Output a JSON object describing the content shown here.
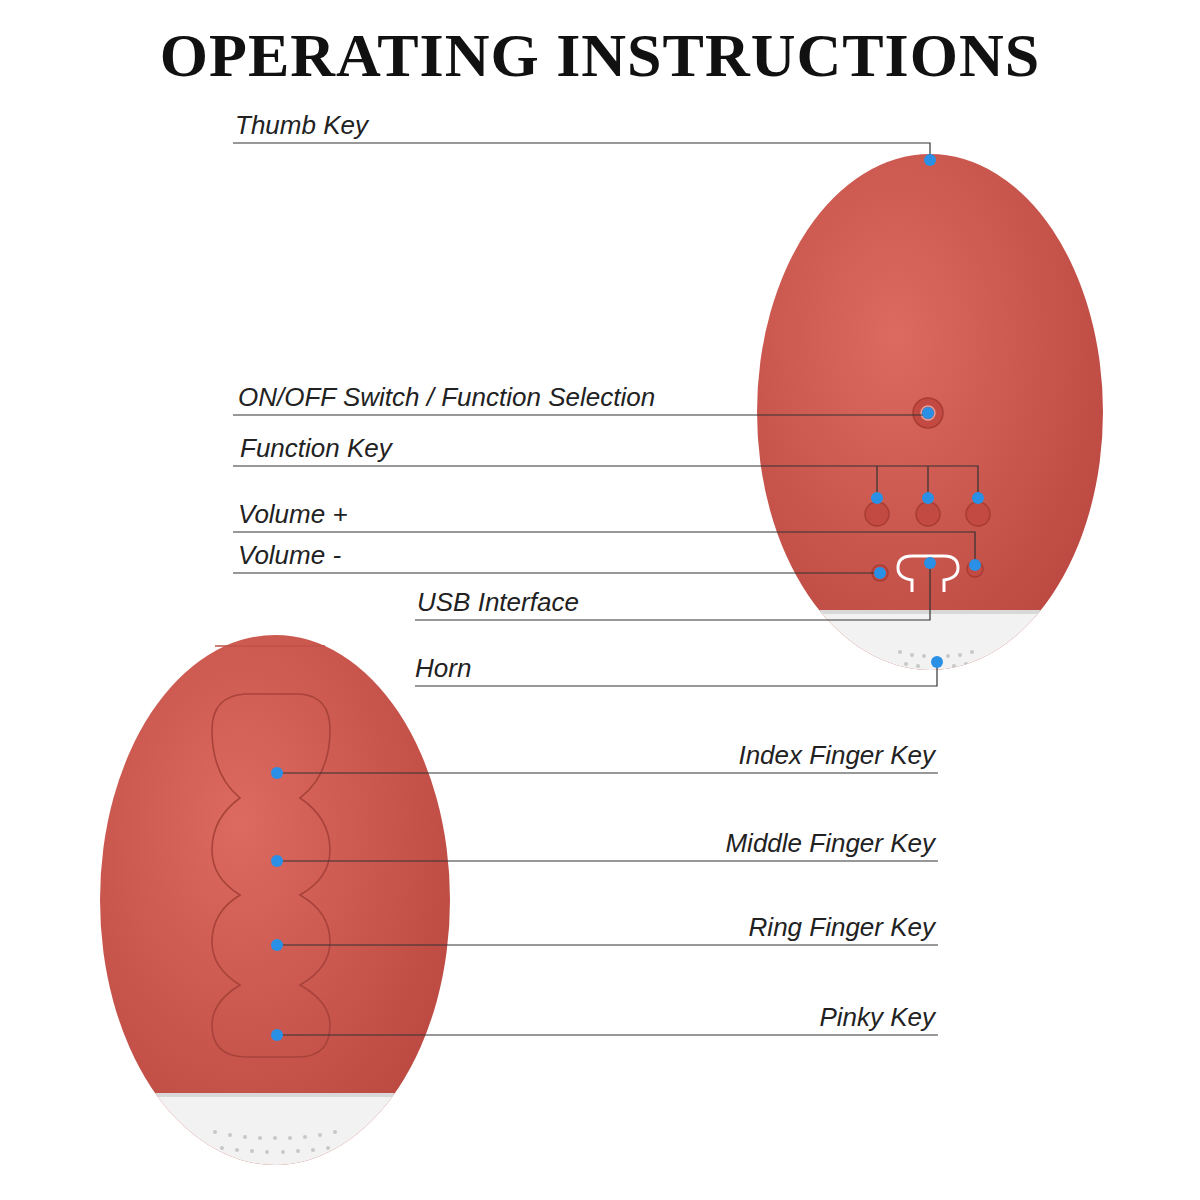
{
  "diagram": {
    "title": "OPERATING INSTRUCTIONS",
    "labels": [
      "Thumb Key",
      "ON/OFF Switch / Function Selection",
      "Function Key",
      "Volume +",
      "Volume -",
      "USB Interface",
      "Horn",
      "Index Finger Key",
      "Middle Finger Key",
      "Ring Finger Key",
      "Pinky Key"
    ]
  }
}
